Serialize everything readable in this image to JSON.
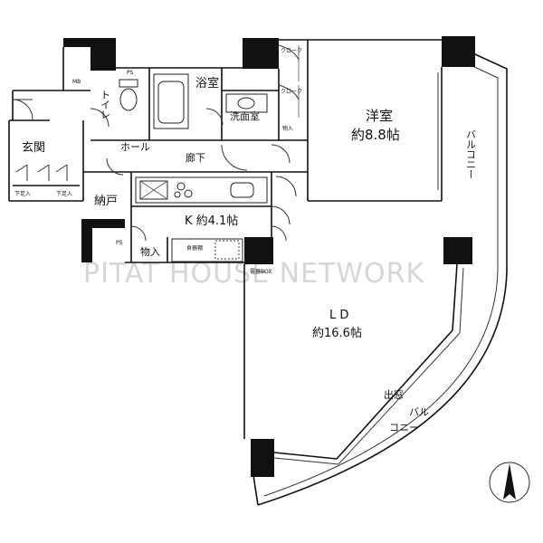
{
  "watermark": "PITAT HOUSE NETWORK",
  "rooms": {
    "toilet": "トイレ",
    "bath": "浴室",
    "washroom": "洗面室",
    "western_room": "洋室",
    "western_size": "約8.8帖",
    "hall": "ホール",
    "entrance": "玄関",
    "corridor": "廊下",
    "storage": "納戸",
    "kitchen": "K 約4.1帖",
    "ld": "L D",
    "ld_size": "約16.6帖",
    "bay_window": "出窓",
    "balcony_top": "バルコニー",
    "balcony_bottom_1": "バル",
    "balcony_bottom_2": "コニー"
  },
  "fixtures": {
    "closet_1": "クローク",
    "closet_2": "クローク",
    "storage_in_1": "物入",
    "storage_in_2": "物入",
    "shoe_1": "下足入",
    "shoe_2": "下足入",
    "ps_1": "PS",
    "ps_2": "PS",
    "mb": "MB",
    "pantry": "食器棚",
    "panel": "電器BOX"
  }
}
